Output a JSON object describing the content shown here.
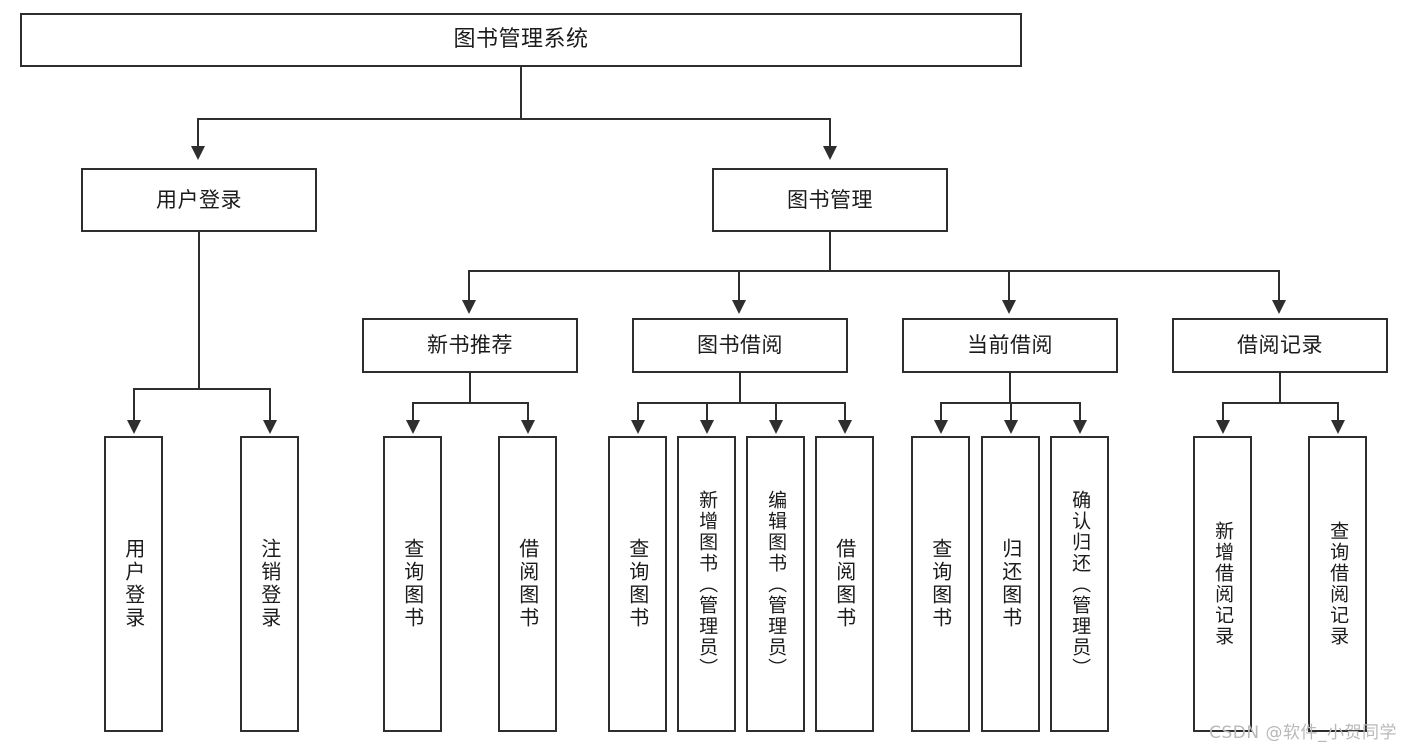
{
  "diagram": {
    "title": "图书管理系统",
    "type": "hierarchy-tree",
    "root": {
      "label": "图书管理系统"
    },
    "level2": [
      {
        "label": "用户登录"
      },
      {
        "label": "图书管理"
      }
    ],
    "level3": [
      {
        "label": "新书推荐"
      },
      {
        "label": "图书借阅"
      },
      {
        "label": "当前借阅"
      },
      {
        "label": "借阅记录"
      }
    ],
    "leaves": {
      "user_login": [
        {
          "label": "用户登录"
        },
        {
          "label": "注销登录"
        }
      ],
      "new_book_recommend": [
        {
          "label": "查询图书"
        },
        {
          "label": "借阅图书"
        }
      ],
      "book_borrow": [
        {
          "label": "查询图书"
        },
        {
          "label": "新增图书（管理员）"
        },
        {
          "label": "编辑图书（管理员）"
        },
        {
          "label": "借阅图书"
        }
      ],
      "current_borrow": [
        {
          "label": "查询图书"
        },
        {
          "label": "归还图书"
        },
        {
          "label": "确认归还（管理员）"
        }
      ],
      "borrow_record": [
        {
          "label": "新增借阅记录"
        },
        {
          "label": "查询借阅记录"
        }
      ]
    }
  },
  "watermark": {
    "text": "CSDN @软件_小贺同学"
  },
  "colors": {
    "border": "#2e2e2e",
    "background": "#ffffff",
    "text": "#1b1b1b",
    "watermark": "#b9b9b9"
  }
}
